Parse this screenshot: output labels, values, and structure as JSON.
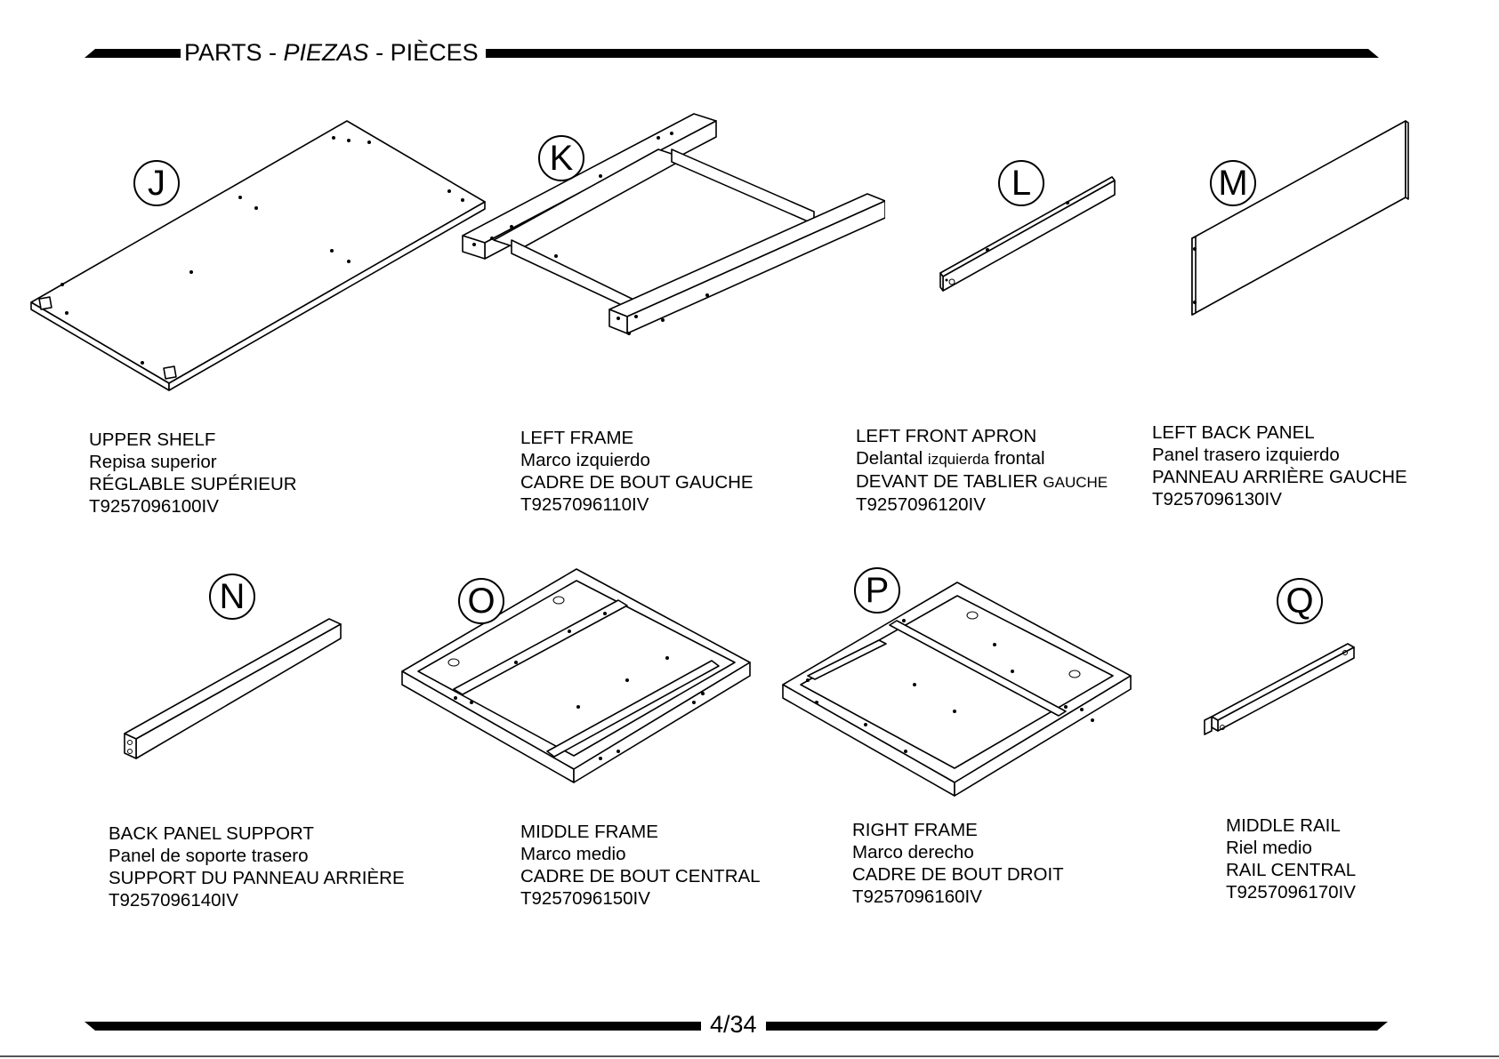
{
  "header": {
    "title_en": "PARTS",
    "sep1": " - ",
    "title_es": "PIEZAS",
    "sep2": " - ",
    "title_fr": "PIÈCES"
  },
  "footer": {
    "page": "4/34"
  },
  "parts": [
    {
      "letter": "J",
      "en": "UPPER SHELF",
      "es": "Repisa superior",
      "fr": "RÉGLABLE SUPÉRIEUR",
      "code": "T9257096100IV"
    },
    {
      "letter": "K",
      "en": "LEFT FRAME",
      "es": "Marco izquierdo",
      "fr": "CADRE DE BOUT GAUCHE",
      "code": "T9257096110IV"
    },
    {
      "letter": "L",
      "en": "LEFT FRONT APRON",
      "es_a": "Delantal ",
      "es_b": "izquierda",
      "es_c": " frontal",
      "fr_a": "DEVANT DE TABLIER ",
      "fr_b": "GAUCHE",
      "code": "T9257096120IV"
    },
    {
      "letter": "M",
      "en": "LEFT BACK PANEL",
      "es": "Panel trasero izquierdo",
      "fr": "PANNEAU ARRIÈRE GAUCHE",
      "code": "T9257096130IV"
    },
    {
      "letter": "N",
      "en": "BACK PANEL SUPPORT",
      "es": "Panel de soporte trasero",
      "fr": "SUPPORT DU PANNEAU ARRIÈRE",
      "code": "T9257096140IV"
    },
    {
      "letter": "O",
      "en": "MIDDLE FRAME",
      "es": "Marco medio",
      "fr": "CADRE DE BOUT CENTRAL",
      "code": "T9257096150IV"
    },
    {
      "letter": "P",
      "en": "RIGHT FRAME",
      "es": "Marco derecho",
      "fr": "CADRE DE BOUT DROIT",
      "code": "T9257096160IV"
    },
    {
      "letter": "Q",
      "en": "MIDDLE RAIL",
      "es": "Riel medio",
      "fr": "RAIL CENTRAL",
      "code": "T9257096170IV"
    }
  ]
}
